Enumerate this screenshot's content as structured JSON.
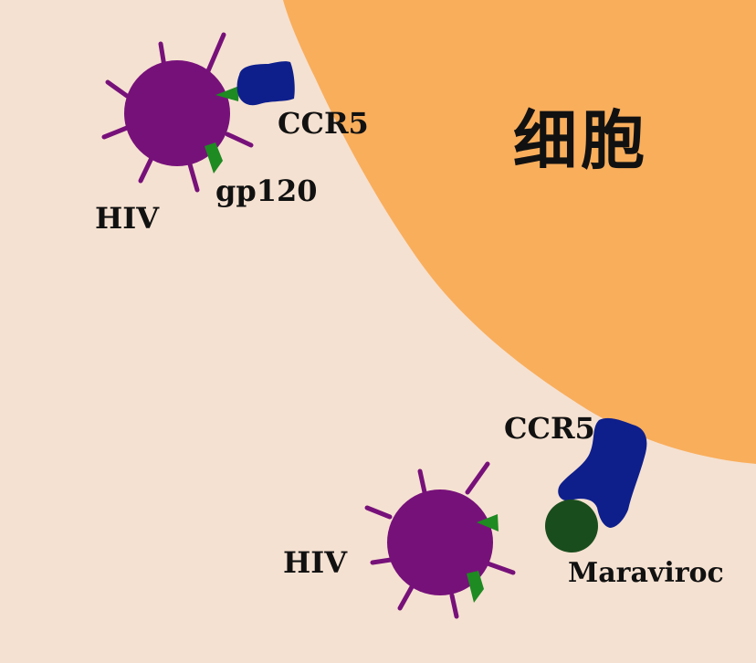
{
  "cell": {
    "label": "细胞",
    "color": "#f9ae5c"
  },
  "top_panel": {
    "virus_label": "HIV",
    "protein_label": "gp120",
    "receptor_label": "CCR5"
  },
  "bottom_panel": {
    "virus_label": "HIV",
    "receptor_label": "CCR5",
    "drug_label": "Maraviroc"
  },
  "colors": {
    "background": "#f5e1d1",
    "virus": "#77117a",
    "gp120": "#1e8a22",
    "receptor": "#0e1f8c",
    "drug": "#1a4d1e"
  }
}
